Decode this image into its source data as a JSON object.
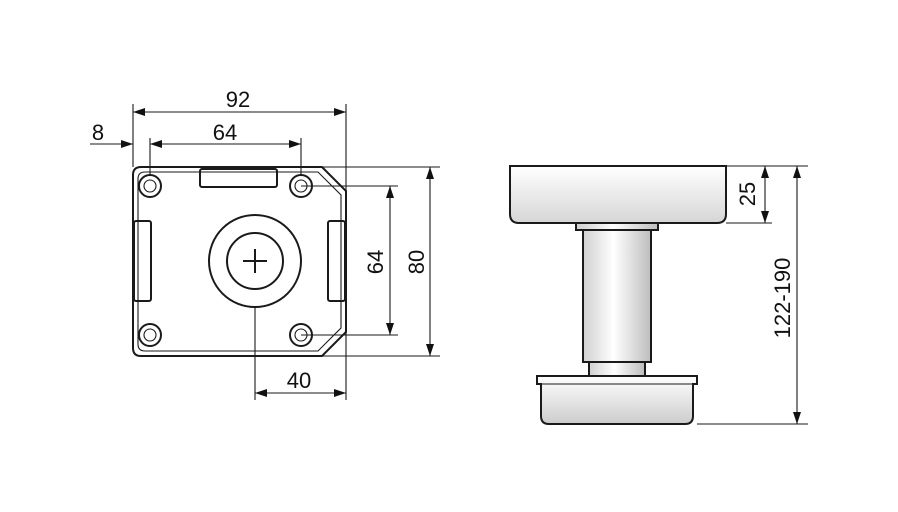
{
  "dimensions": {
    "overall_width": "92",
    "edge_offset": "8",
    "hole_spacing_x": "64",
    "hole_spacing_y": "64",
    "overall_depth": "80",
    "center_offset": "40",
    "plate_height": "25",
    "height_range": "122-190"
  },
  "colors": {
    "line": "#1a1a1a",
    "shade_light": "#ffffff",
    "shade_dark": "#cfcfcf"
  }
}
